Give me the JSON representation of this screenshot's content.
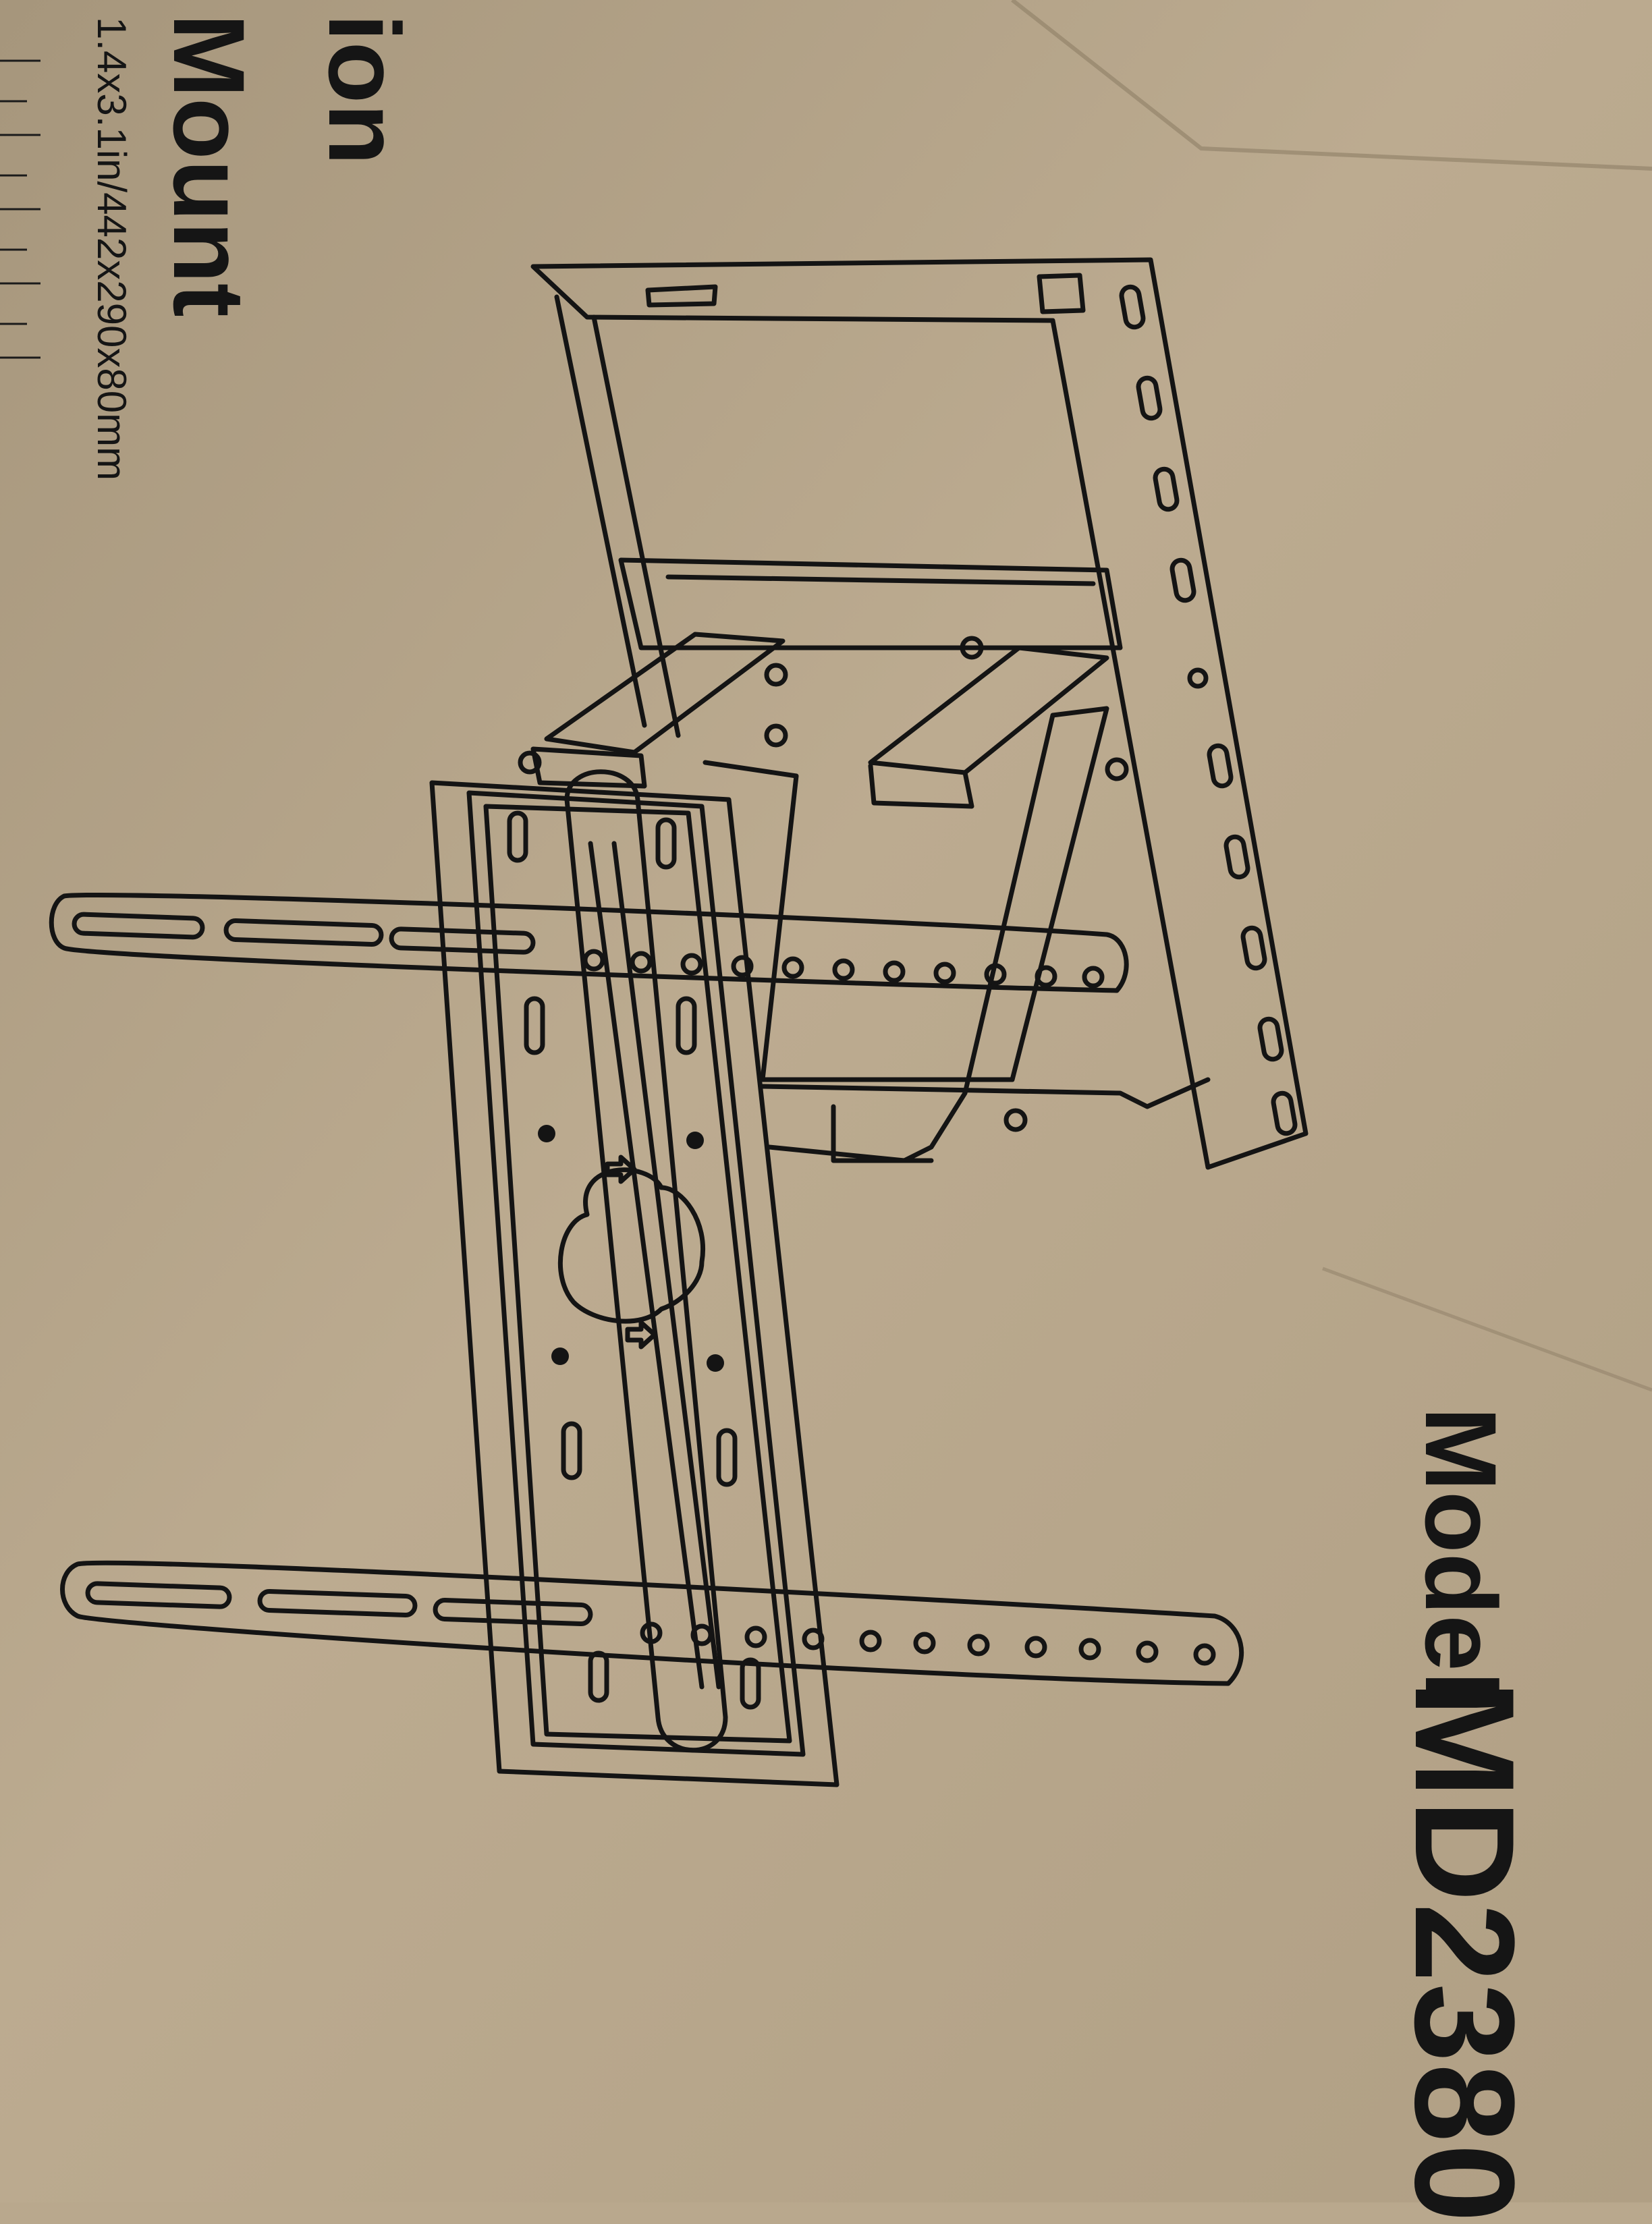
{
  "box": {
    "title_line1": "ion",
    "title_line2": "Mount",
    "dimensions": "1.4x3.1in/442x290x80mm",
    "model_label": "Model",
    "model_number": "MD2380"
  },
  "colors": {
    "cardboard": "#b9a88d",
    "ink": "#151515"
  }
}
